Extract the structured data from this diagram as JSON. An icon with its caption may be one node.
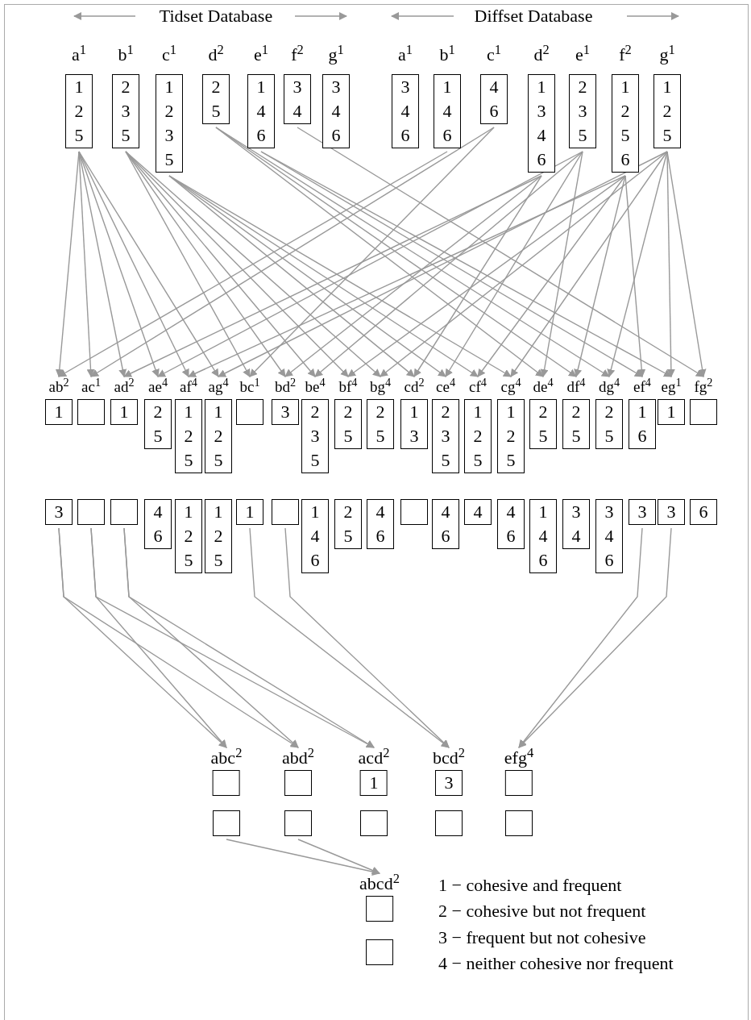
{
  "diagram": {
    "nodes": [
      {
        "text": [
          "a$^{1}$",
          "1 2 5"
        ]
      },
      {
        "text": [
          "b$^{1}$",
          "2 3 5"
        ]
      },
      {
        "text": [
          "c$^{1}$",
          "1 2 3 5"
        ]
      },
      {
        "text": [
          "d$^{2}$",
          "2 5"
        ]
      },
      {
        "text": [
          "e$^{1}$",
          "1 4 6"
        ]
      },
      {
        "text": [
          "f$^{2}$",
          "3 4"
        ]
      },
      {
        "text": [
          "g$^{1}$",
          "3 4 6"
        ]
      },
      {
        "text": [
          "a$^{1}$",
          "3 4 6"
        ]
      },
      {
        "text": [
          "b$^{1}$",
          "1 4 6"
        ]
      },
      {
        "text": [
          "c$^{1}$",
          "4 6"
        ]
      },
      {
        "text": [
          "d$^{2}$",
          "1 3 4 6"
        ]
      },
      {
        "text": [
          "e$^{1}$",
          "2 3 5"
        ]
      },
      {
        "text": [
          "f$^{2}$",
          "1 2 5 6"
        ]
      },
      {
        "text": [
          "g$^{1}$",
          "1 2 5"
        ]
      },
      {
        "text": [
          "ab$^{2}$",
          "1"
        ]
      },
      {
        "text": [
          "ac$^{1}$"
        ]
      },
      {
        "text": [
          "ad$^{2}$",
          "1"
        ]
      },
      {
        "text": [
          "ae$^{4}$",
          "2 5"
        ]
      },
      {
        "text": [
          "af$^{4}$",
          "1 2 5"
        ]
      },
      {
        "text": [
          "ag$^{4}$",
          "1 2 5"
        ]
      },
      {
        "text": [
          "bc$^{1}$"
        ]
      },
      {
        "text": [
          "bd$^{2}$",
          "3"
        ]
      },
      {
        "text": [
          "be$^{4}$",
          "2 3 5"
        ]
      },
      {
        "text": [
          "bf$^{4}$",
          "2 5"
        ]
      },
      {
        "text": [
          "bg$^{4}$",
          "2 5"
        ]
      },
      {
        "text": [
          "cd$^{2}$",
          "1 3"
        ]
      },
      {
        "text": [
          "ce$^{4}$",
          "2 3 5"
        ]
      },
      {
        "text": [
          "cf$^{4}$",
          "1 2 5"
        ]
      },
      {
        "text": [
          "cg$^{4}$",
          "1 2 5"
        ]
      },
      {
        "text": [
          "de$^{4}$",
          "2 5"
        ]
      },
      {
        "text": [
          "df$^{4}$",
          "2 5"
        ]
      },
      {
        "text": [
          "dg$^{4}$",
          "2 5"
        ]
      },
      {
        "text": [
          "ef$^{4}$",
          "1 6"
        ]
      },
      {
        "text": [
          "eg$^{1}$",
          "1"
        ]
      },
      {
        "text": [
          "fg$^{2}$"
        ]
      },
      {
        "text": [
          "3"
        ]
      },
      {
        "text": [],
        "shape": "box"
      },
      {
        "text": [],
        "shape": "box"
      },
      {
        "text": [
          "4 6"
        ]
      },
      {
        "text": [
          "1 2 5"
        ]
      },
      {
        "text": [
          "1 2 5"
        ]
      },
      {
        "text": [
          "1"
        ]
      },
      {
        "text": [],
        "shape": "box"
      },
      {
        "text": [
          "1 4 6"
        ]
      },
      {
        "text": [
          "2 5"
        ]
      },
      {
        "text": [
          "4 6"
        ]
      },
      {
        "text": [],
        "shape": "box"
      },
      {
        "text": [
          "4 6"
        ]
      },
      {
        "text": [
          "4"
        ]
      },
      {
        "text": [
          "4 6"
        ]
      },
      {
        "text": [
          "1 4 6"
        ]
      },
      {
        "text": [
          "3 4"
        ]
      },
      {
        "text": [
          "3 4 6"
        ]
      },
      {
        "text": [
          "3"
        ]
      },
      {
        "text": [
          "3"
        ]
      },
      {
        "text": [
          "6"
        ]
      },
      {
        "text": [
          "abc$^{2}$"
        ]
      },
      {
        "text": [
          "abd$^{2}$"
        ]
      },
      {
        "text": [
          "acd$^{2}$",
          "1"
        ]
      },
      {
        "text": [
          "bcd$^{2}$",
          "3"
        ]
      },
      {
        "text": [
          "efg$^{4}$"
        ]
      },
      {
        "text": [],
        "shape": "box"
      },
      {
        "text": [],
        "shape": "box"
      },
      {
        "text": [],
        "shape": "box"
      },
      {
        "text": [],
        "shape": "box"
      },
      {
        "text": [],
        "shape": "box"
      },
      {
        "text": [
          "abcd$^{2}$"
        ]
      },
      {
        "text": [],
        "shape": "box"
      }
    ],
    "edges": [
      {
        "from": 0,
        "to": 14,
        "arrow": "to"
      },
      {
        "from": 8,
        "to": 14,
        "arrow": "to"
      },
      {
        "from": 0,
        "to": 15,
        "arrow": "to"
      },
      {
        "from": 9,
        "to": 15,
        "arrow": "to"
      },
      {
        "from": 0,
        "to": 16,
        "arrow": "to"
      },
      {
        "from": 10,
        "to": 16,
        "arrow": "to"
      },
      {
        "from": 0,
        "to": 17,
        "arrow": "to"
      },
      {
        "from": 11,
        "to": 17,
        "arrow": "to"
      },
      {
        "from": 0,
        "to": 18,
        "arrow": "to"
      },
      {
        "from": 12,
        "to": 18,
        "arrow": "to"
      },
      {
        "from": 0,
        "to": 19,
        "arrow": "to"
      },
      {
        "from": 13,
        "to": 19,
        "arrow": "to"
      },
      {
        "from": 1,
        "to": 20,
        "arrow": "to"
      },
      {
        "from": 9,
        "to": 20,
        "arrow": "to"
      },
      {
        "from": 1,
        "to": 21,
        "arrow": "to"
      },
      {
        "from": 10,
        "to": 21,
        "arrow": "to"
      },
      {
        "from": 1,
        "to": 22,
        "arrow": "to"
      },
      {
        "from": 11,
        "to": 22,
        "arrow": "to"
      },
      {
        "from": 1,
        "to": 23,
        "arrow": "to"
      },
      {
        "from": 12,
        "to": 23,
        "arrow": "to"
      },
      {
        "from": 1,
        "to": 24,
        "arrow": "to"
      },
      {
        "from": 13,
        "to": 24,
        "arrow": "to"
      },
      {
        "from": 2,
        "to": 25,
        "arrow": "to"
      },
      {
        "from": 10,
        "to": 25,
        "arrow": "to"
      },
      {
        "from": 2,
        "to": 26,
        "arrow": "to"
      },
      {
        "from": 11,
        "to": 26,
        "arrow": "to"
      },
      {
        "from": 2,
        "to": 27,
        "arrow": "to"
      },
      {
        "from": 12,
        "to": 27,
        "arrow": "to"
      },
      {
        "from": 2,
        "to": 28,
        "arrow": "to"
      },
      {
        "from": 13,
        "to": 28,
        "arrow": "to"
      },
      {
        "from": 3,
        "to": 29,
        "arrow": "to"
      },
      {
        "from": 11,
        "to": 29,
        "arrow": "to"
      },
      {
        "from": 3,
        "to": 30,
        "arrow": "to"
      },
      {
        "from": 12,
        "to": 30,
        "arrow": "to"
      },
      {
        "from": 3,
        "to": 31,
        "arrow": "to"
      },
      {
        "from": 13,
        "to": 31,
        "arrow": "to"
      },
      {
        "from": 4,
        "to": 32,
        "arrow": "to"
      },
      {
        "from": 12,
        "to": 32,
        "arrow": "to"
      },
      {
        "from": 4,
        "to": 33,
        "arrow": "to"
      },
      {
        "from": 13,
        "to": 33,
        "arrow": "to"
      },
      {
        "from": 5,
        "to": 34,
        "arrow": "to"
      },
      {
        "from": 13,
        "to": 34,
        "arrow": "to"
      },
      {
        "from": 35,
        "to": 56,
        "arrow": "to"
      },
      {
        "from": 36,
        "to": 56,
        "arrow": "to"
      },
      {
        "from": 35,
        "to": 57,
        "arrow": "to"
      },
      {
        "from": 37,
        "to": 57,
        "arrow": "to"
      },
      {
        "from": 36,
        "to": 58,
        "arrow": "to"
      },
      {
        "from": 37,
        "to": 58,
        "arrow": "to"
      },
      {
        "from": 41,
        "to": 59,
        "arrow": "to"
      },
      {
        "from": 42,
        "to": 59,
        "arrow": "to"
      },
      {
        "from": 53,
        "to": 60,
        "arrow": "to"
      },
      {
        "from": 54,
        "to": 60,
        "arrow": "to"
      },
      {
        "from": 61,
        "to": 66,
        "arrow": "to"
      },
      {
        "from": 62,
        "to": 66,
        "arrow": "to"
      }
    ],
    "labels": [
      "Tidset Database",
      "Diffset Database",
      "1 − cohesive and frequent",
      "2 − cohesive but not frequent",
      "3 − frequent but not cohesive",
      "4 − neither cohesive nor frequent"
    ]
  }
}
